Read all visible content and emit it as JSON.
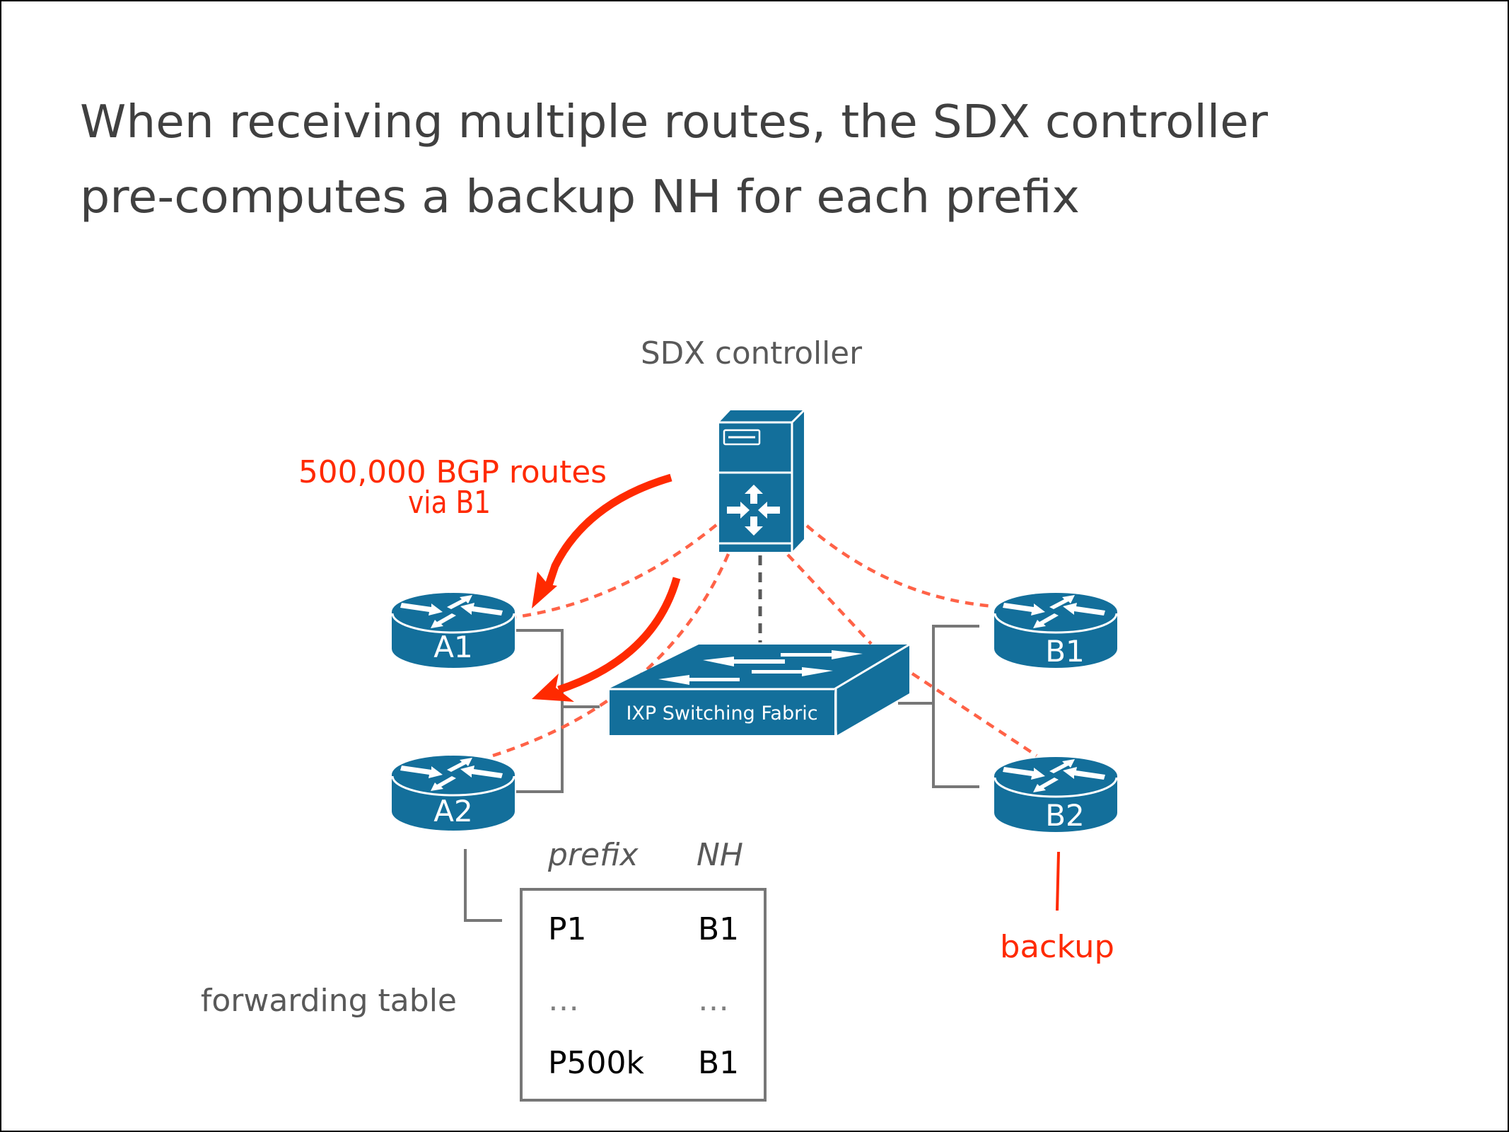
{
  "slide": {
    "title_lines": [
      "When receiving multiple routes, the SDX controller",
      "pre-computes a backup NH for each prefix"
    ]
  },
  "diagram": {
    "controller": {
      "label": "SDX controller",
      "icon": "server-icon"
    },
    "annotation": {
      "lines": [
        "500,000 BGP routes",
        "via B1"
      ],
      "color": "#ff2a00"
    },
    "fabric": {
      "label": "IXP Switching Fabric",
      "icon": "switch-icon"
    },
    "routers": [
      {
        "id": "A1",
        "label": "A1",
        "icon": "router-icon"
      },
      {
        "id": "A2",
        "label": "A2",
        "icon": "router-icon"
      },
      {
        "id": "B1",
        "label": "B1",
        "icon": "router-icon"
      },
      {
        "id": "B2",
        "label": "B2",
        "icon": "router-icon"
      }
    ],
    "backup_label": "backup",
    "device_color": "#136f9b",
    "control_link_color": "#ff6247"
  },
  "forwarding_table": {
    "caption": "forwarding table",
    "columns": [
      "prefix",
      "NH"
    ],
    "rows": [
      [
        "P1",
        "B1"
      ],
      [
        "…",
        "…"
      ],
      [
        "P500k",
        "B1"
      ]
    ]
  }
}
